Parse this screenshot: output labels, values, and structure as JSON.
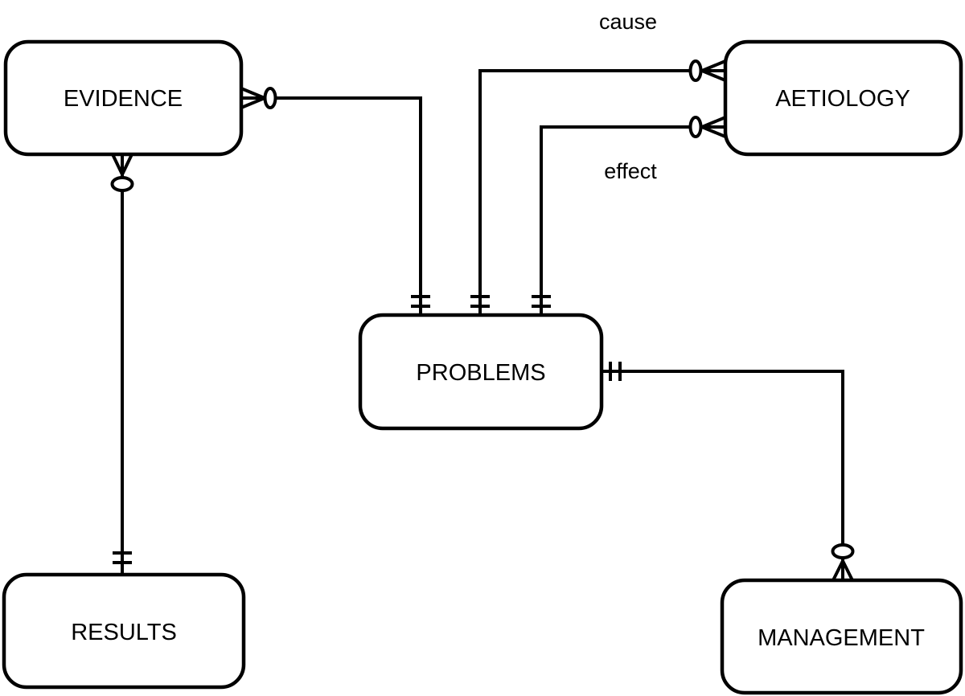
{
  "diagram": {
    "kind": "entity-relationship-diagram",
    "notation": "crows-foot",
    "colors": {
      "ink": "#000000",
      "background": "#ffffff"
    },
    "entities": [
      {
        "id": "evidence",
        "label": "EVIDENCE"
      },
      {
        "id": "aetiology",
        "label": "AETIOLOGY"
      },
      {
        "id": "problems",
        "label": "PROBLEMS"
      },
      {
        "id": "results",
        "label": "RESULTS"
      },
      {
        "id": "management",
        "label": "MANAGEMENT"
      }
    ],
    "relationships": [
      {
        "from": "EVIDENCE",
        "to": "PROBLEMS",
        "from_end": "zero-or-many",
        "to_end": "one-and-only-one"
      },
      {
        "from": "PROBLEMS",
        "to": "AETIOLOGY",
        "label": "cause",
        "from_end": "one-and-only-one",
        "to_end": "zero-or-many"
      },
      {
        "from": "PROBLEMS",
        "to": "AETIOLOGY",
        "label": "effect",
        "from_end": "one-and-only-one",
        "to_end": "zero-or-many"
      },
      {
        "from": "RESULTS",
        "to": "EVIDENCE",
        "from_end": "one-and-only-one",
        "to_end": "zero-or-many"
      },
      {
        "from": "PROBLEMS",
        "to": "MANAGEMENT",
        "from_end": "one-and-only-one",
        "to_end": "zero-or-many"
      }
    ]
  }
}
